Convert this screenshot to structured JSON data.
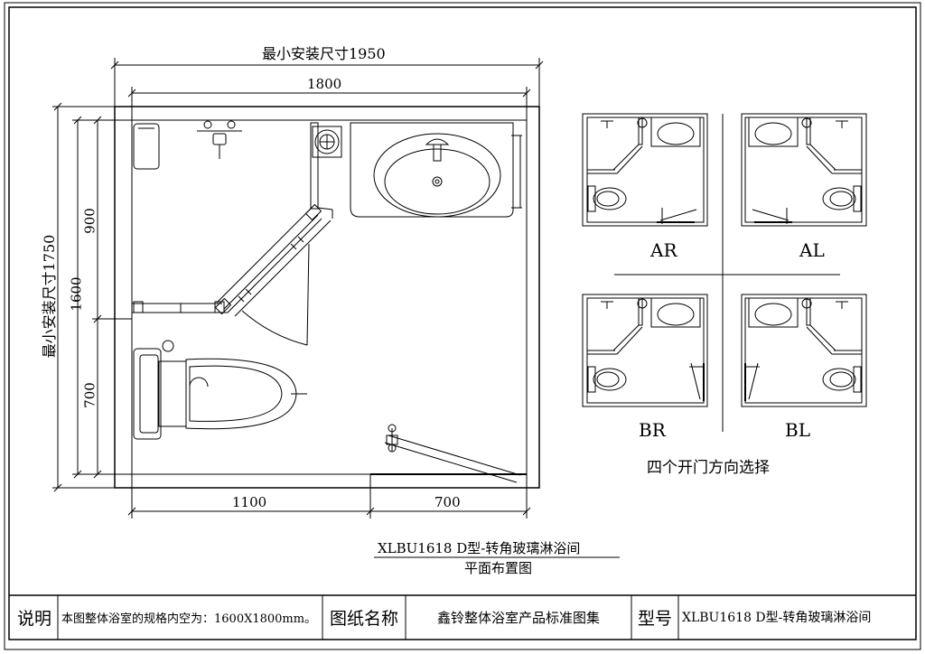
{
  "plan": {
    "dim_min_width": "最小安装尺寸1950",
    "dim_width": "1800",
    "dim_min_height": "最小安装尺寸1750",
    "dim_height": "1600",
    "dim_upper": "900",
    "dim_lower": "700",
    "dim_bottom_left": "1100",
    "dim_bottom_right": "700"
  },
  "variants": [
    {
      "label": "AR"
    },
    {
      "label": "AL"
    },
    {
      "label": "BR"
    },
    {
      "label": "BL"
    }
  ],
  "variants_caption": "四个开门方向选择",
  "caption": {
    "title": "XLBU1618 D型-转角玻璃淋浴间",
    "subtitle": "平面布置图"
  },
  "title_block": {
    "desc_label": "说明",
    "desc_text": "本图整体浴室的规格内空为：1600X1800mm。",
    "drawing_name_label": "图纸名称",
    "drawing_name": "鑫铃整体浴室产品标准图集",
    "model_label": "型号",
    "model": "XLBU1618 D型-转角玻璃淋浴间"
  }
}
